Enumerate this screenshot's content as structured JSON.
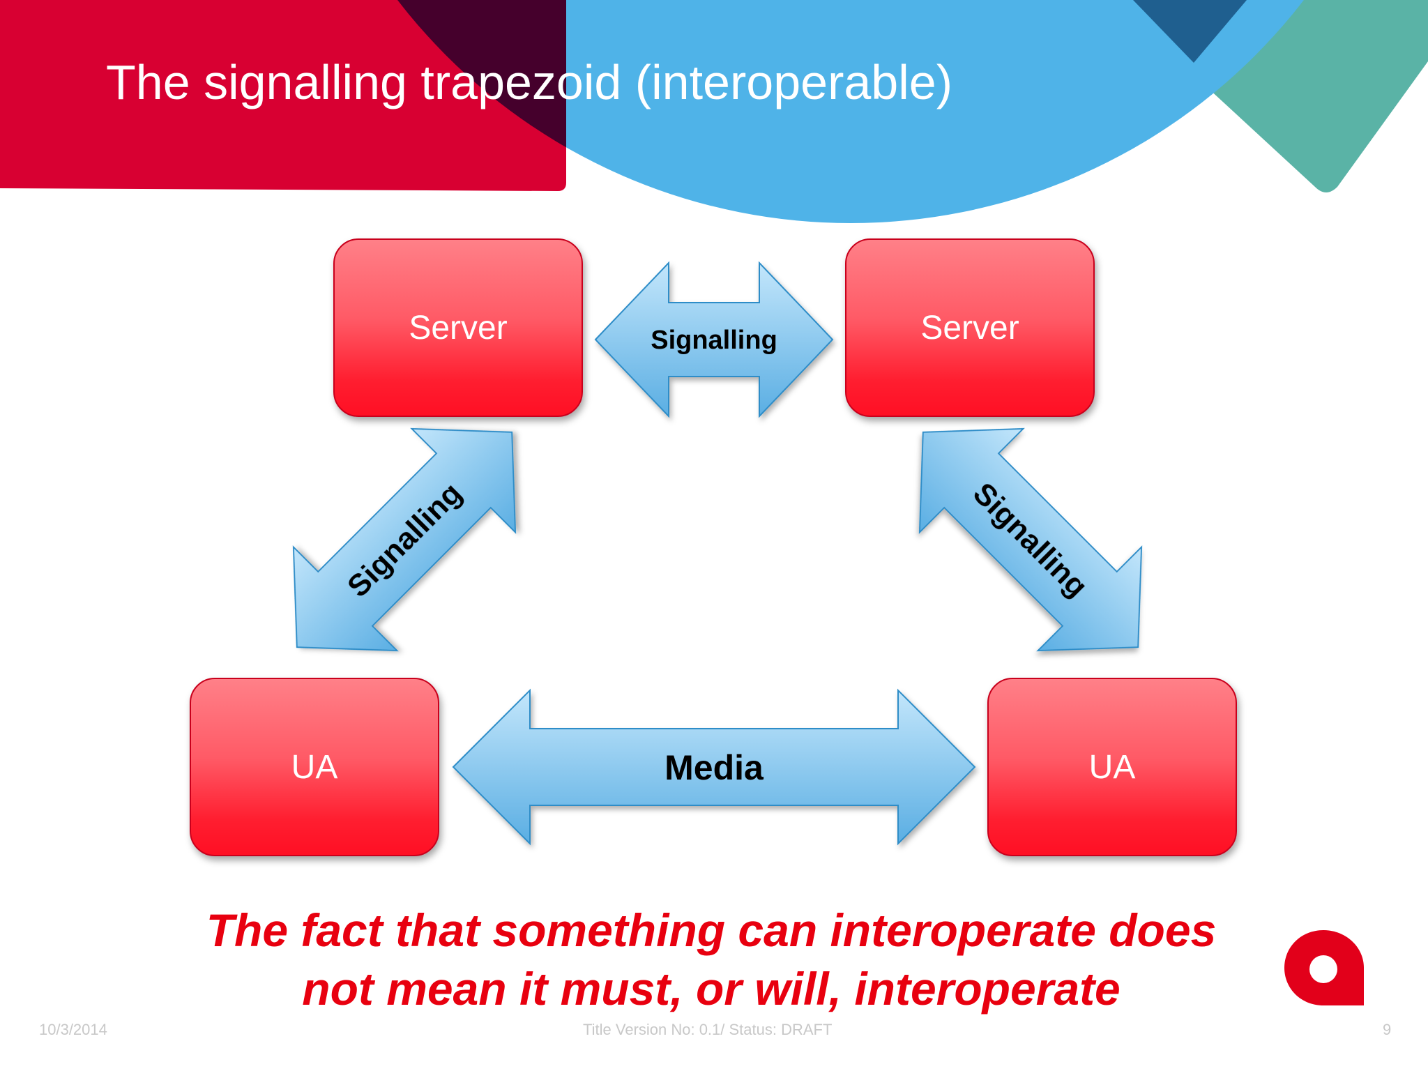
{
  "slide": {
    "title": "The signalling trapezoid (interoperable)",
    "statement_line1": "The fact that something can interoperate does",
    "statement_line2": "not mean it must, or will, interoperate"
  },
  "diagram": {
    "nodes": {
      "server_left": "Server",
      "server_right": "Server",
      "ua_left": "UA",
      "ua_right": "UA"
    },
    "arrows": {
      "top": "Signalling",
      "left": "Signalling",
      "right": "Signalling",
      "bottom": "Media"
    }
  },
  "footer": {
    "date": "10/3/2014",
    "version": "Title Version No: 0.1/ Status: DRAFT",
    "page": "9"
  },
  "colors": {
    "brand_red": "#d80032",
    "brand_blue": "#4fb3e8",
    "brand_teal": "#5ab3a6",
    "node_red": "#ff1e30",
    "arrow_blue": "#8fcdf0",
    "statement_red": "#e8000f"
  },
  "icons": {
    "logo": "brand-logo-icon"
  }
}
